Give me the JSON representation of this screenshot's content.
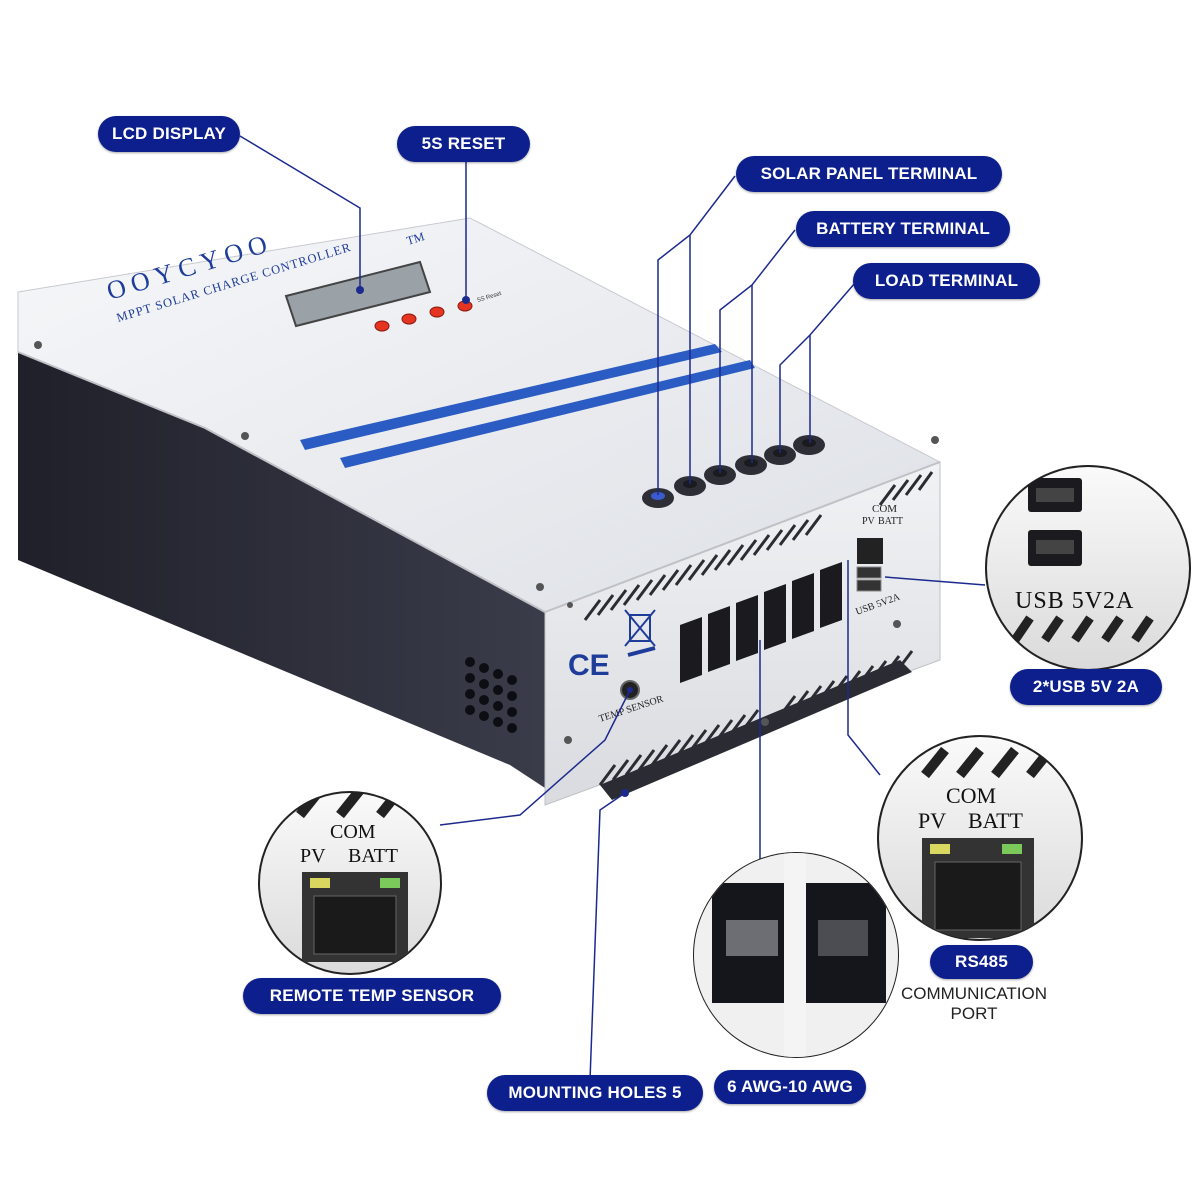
{
  "brand": {
    "name": "OOYCYOO",
    "trademark": "TM",
    "subtitle": "MPPT SOLAR CHARGE CONTROLLER",
    "reset_hint": "5S Reset"
  },
  "panel": {
    "usb_label": "USB 5V2A",
    "com_label": "COM",
    "pv_label": "PV",
    "batt_label": "BATT",
    "temp_sensor_label": "TEMP SENSOR",
    "ce_mark": "CE"
  },
  "callouts": {
    "lcd_display": "LCD DISPLAY",
    "reset": "5S RESET",
    "solar_panel_terminal": "SOLAR PANEL TERMINAL",
    "battery_terminal": "BATTERY TERMINAL",
    "load_terminal": "LOAD TERMINAL",
    "usb": "2*USB 5V 2A",
    "remote_temp_sensor": "REMOTE TEMP SENSOR",
    "rs485": "RS485",
    "communication_port_1": "COMMUNICATION",
    "communication_port_2": "PORT",
    "mounting_holes": "MOUNTING HOLES 5",
    "wire_gauge": "6 AWG-10 AWG"
  },
  "zoom_details": {
    "usb_text": "USB 5V2A",
    "com": "COM",
    "pv": "PV",
    "batt": "BATT"
  },
  "colors": {
    "label_bg": "#0d1f8c",
    "accent_stripe": "#2a5cc4",
    "case_dark": "#2a2c38",
    "case_light": "#eef0f4"
  }
}
